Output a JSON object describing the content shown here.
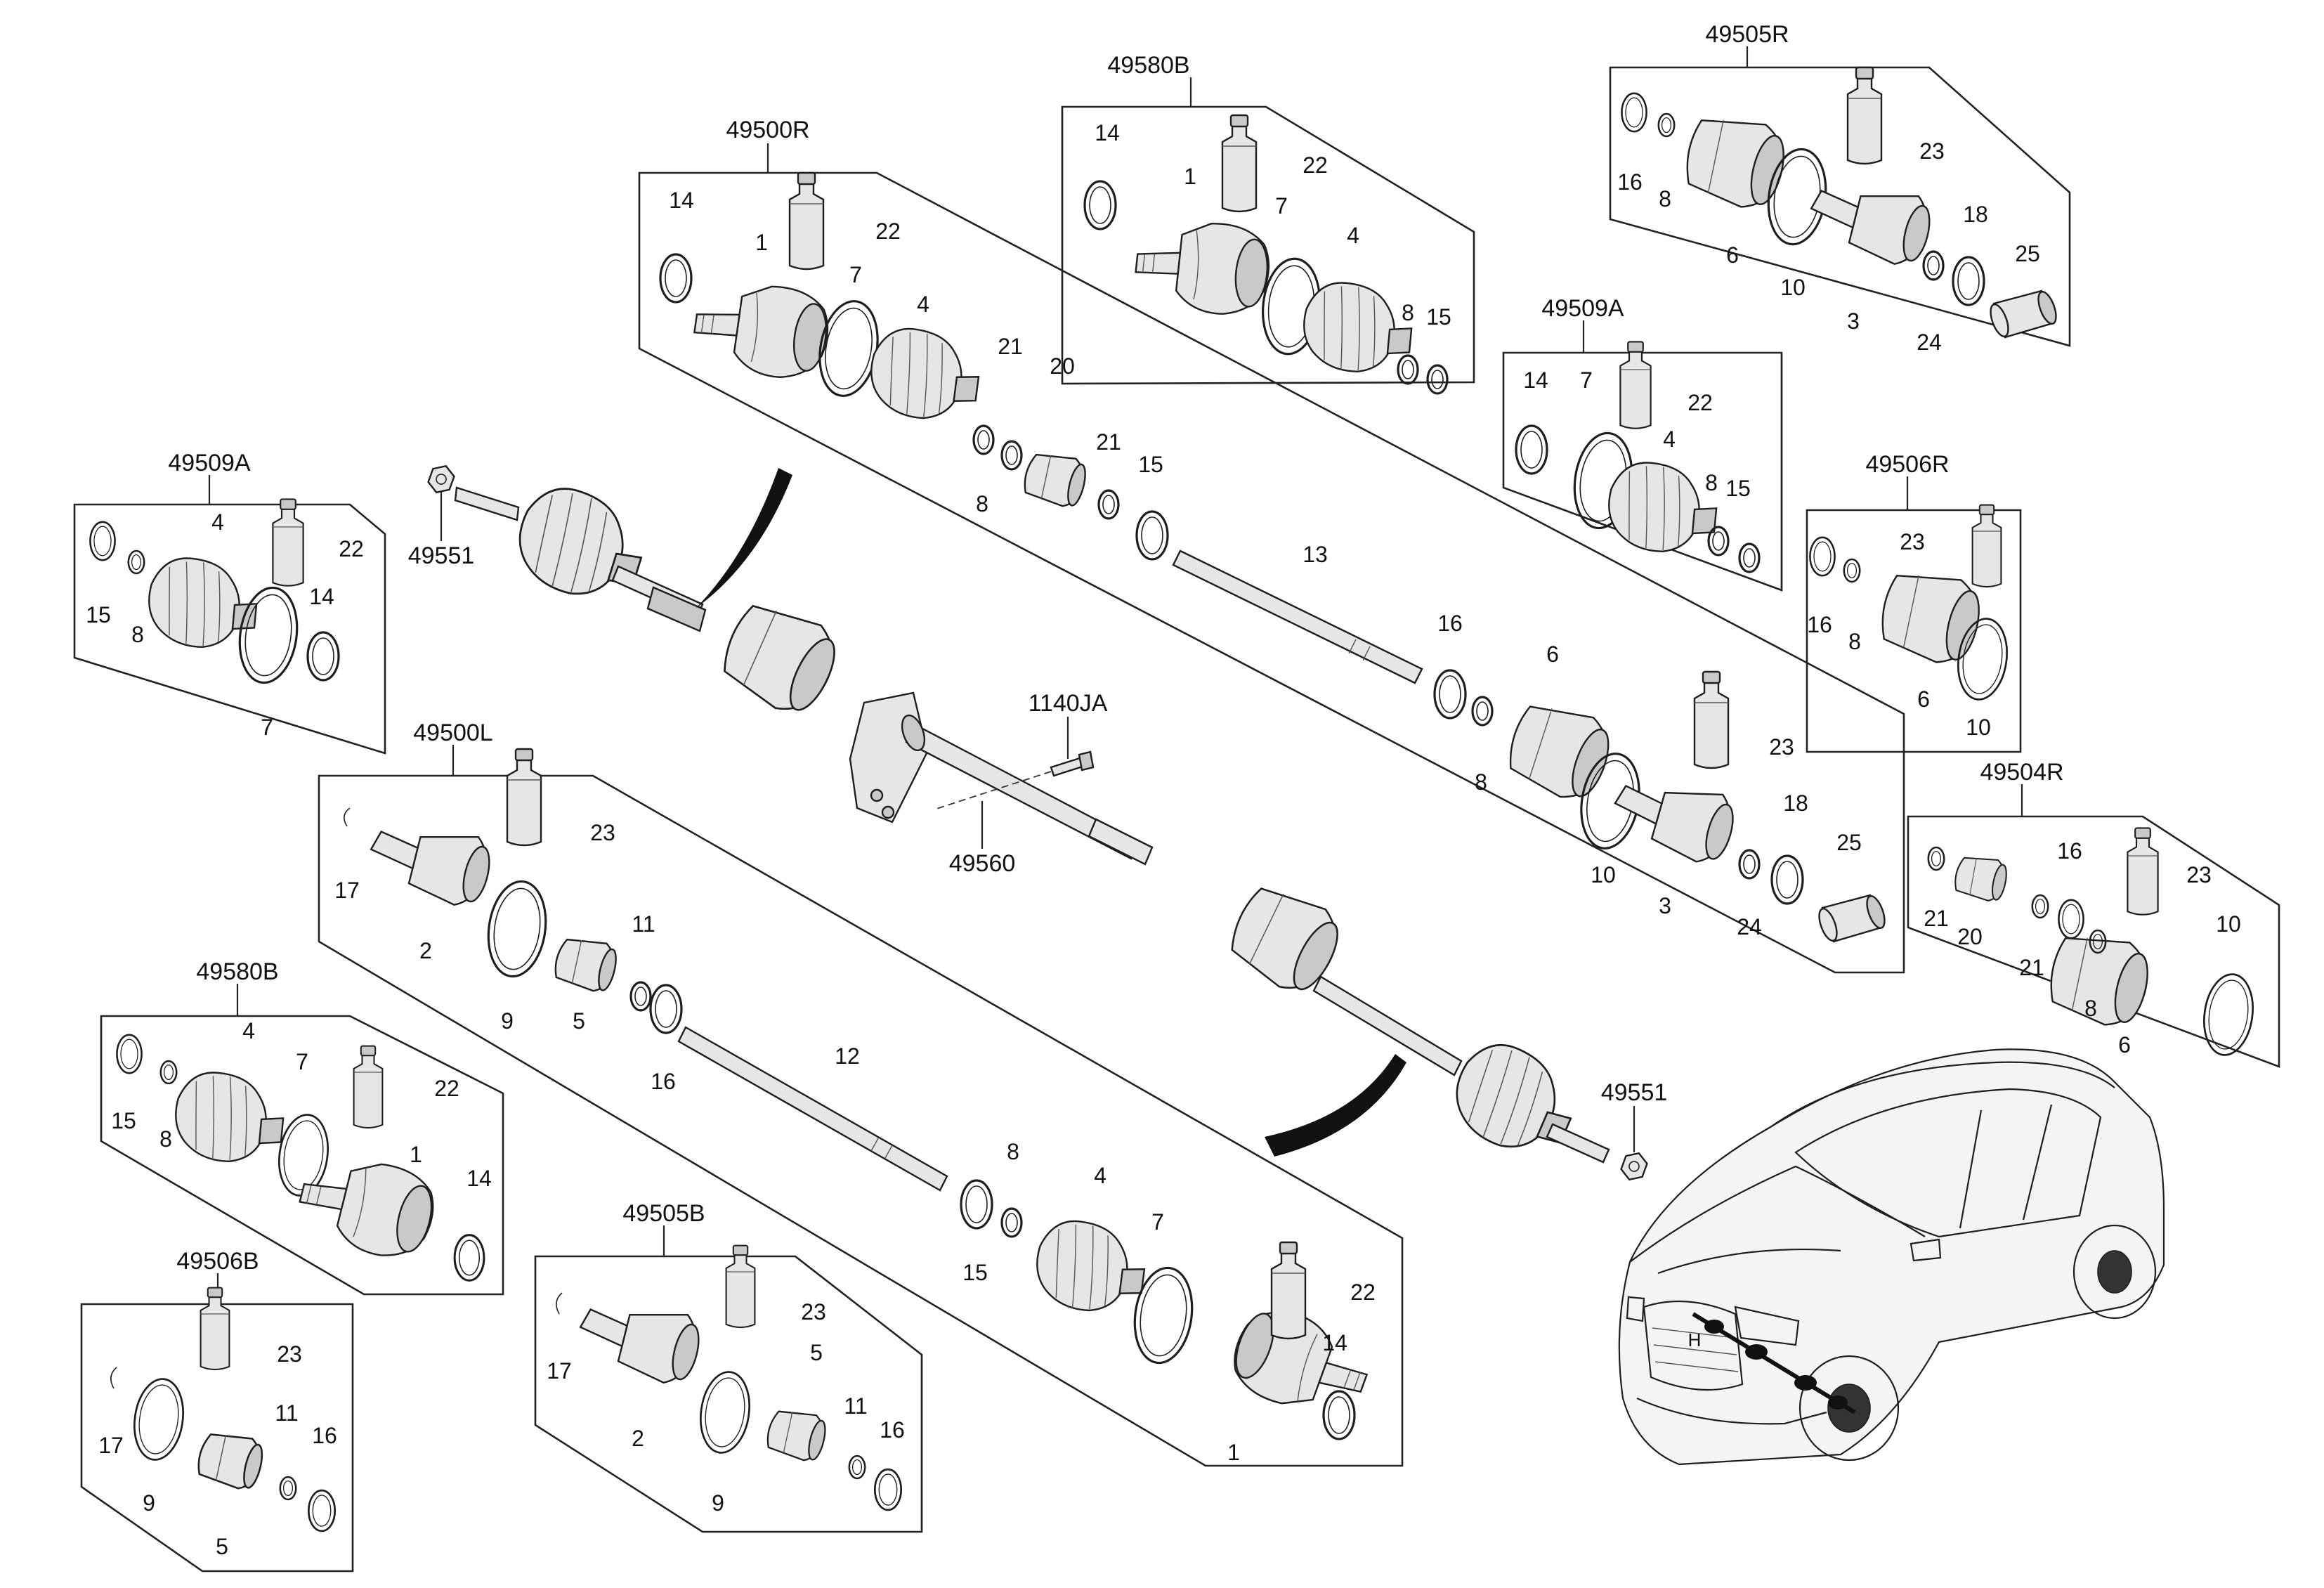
{
  "diagram": {
    "assembly_labels": [
      "49580B",
      "49505R",
      "49500R",
      "49509A",
      "49509A",
      "49551",
      "49506R",
      "49500L",
      "1140JA",
      "49560",
      "49504R",
      "49580B",
      "49551",
      "49505B",
      "49506B"
    ],
    "part_numbers": [
      "14",
      "1",
      "22",
      "7",
      "4",
      "8",
      "15",
      "16",
      "23",
      "6",
      "10",
      "3",
      "18",
      "25",
      "24",
      "21",
      "20",
      "13",
      "2",
      "17",
      "9",
      "5",
      "11",
      "12"
    ],
    "brand_badge": "H"
  }
}
